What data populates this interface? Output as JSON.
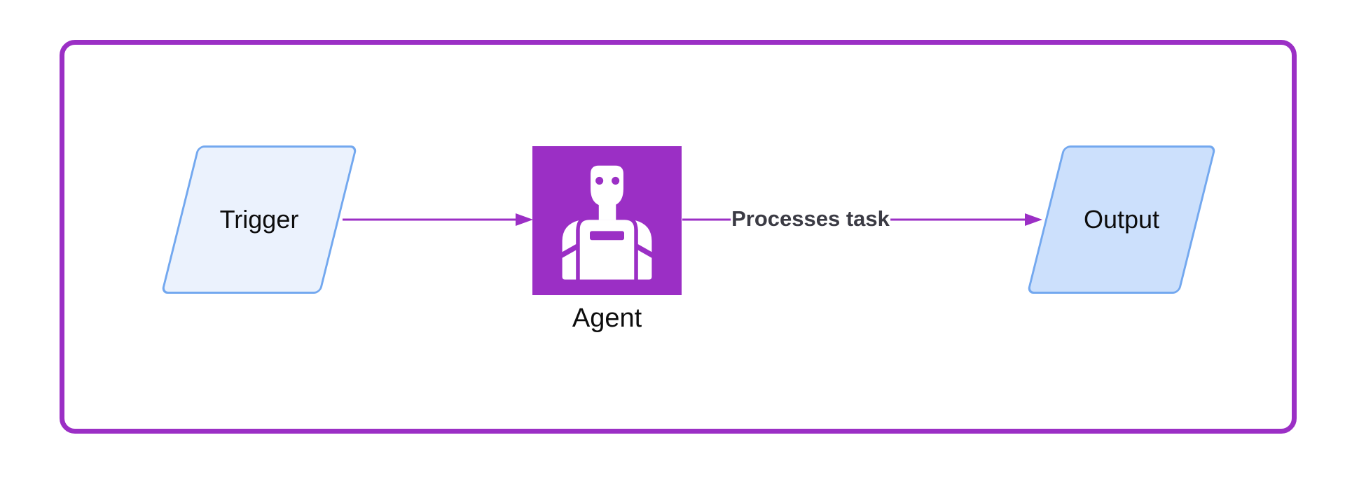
{
  "diagram": {
    "nodes": {
      "trigger": {
        "label": "Trigger"
      },
      "agent": {
        "label": "Agent",
        "icon": "robot-icon"
      },
      "output": {
        "label": "Output"
      }
    },
    "edges": {
      "trigger_to_agent": {
        "label": ""
      },
      "agent_to_output": {
        "label": "Processes task"
      }
    },
    "colors": {
      "accent_purple": "#9B2FC5",
      "node_border_blue": "#73A8EF",
      "trigger_fill": "#EBF2FD",
      "output_fill": "#CCE0FC",
      "node_label_text": "#0d0d0d",
      "edge_label_text": "#3B3B44",
      "background": "#ffffff"
    }
  }
}
